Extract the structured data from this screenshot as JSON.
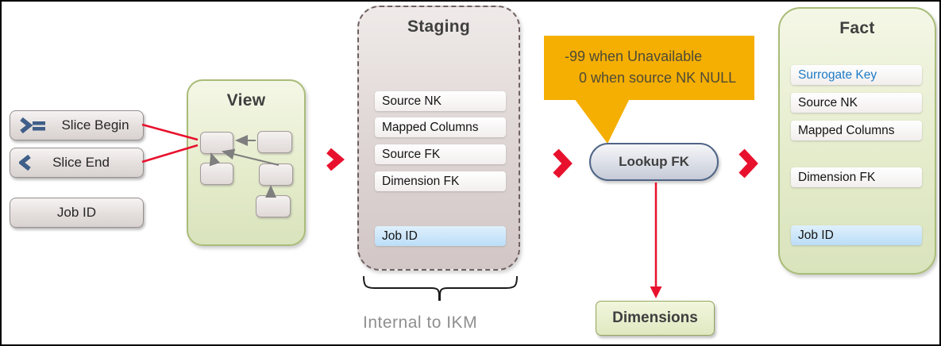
{
  "colors": {
    "accent_red": "#E8112D",
    "callout_orange": "#F5AF02",
    "surrogate_key_blue": "#1E7BC6",
    "icon_slate_blue": "#3F5E88",
    "green_panel_border": "#A9BC78",
    "staging_fill": "#DDD4D3"
  },
  "source_group": {
    "items": [
      {
        "label": "Slice Begin",
        "icon": "slice-begin-icon"
      },
      {
        "label": "Slice End",
        "icon": "slice-end-icon"
      },
      {
        "label": "Job ID",
        "icon": "none"
      }
    ]
  },
  "view_panel": {
    "title": "View"
  },
  "staging_panel": {
    "title": "Staging",
    "rows": [
      {
        "label": "Source NK",
        "highlight": false
      },
      {
        "label": "Mapped Columns",
        "highlight": false
      },
      {
        "label": "Source FK",
        "highlight": false
      },
      {
        "label": "Dimension FK",
        "highlight": false
      },
      {
        "label": "Job ID",
        "highlight": true
      }
    ],
    "brace_label": "Internal to IKM"
  },
  "callout": {
    "line1": "-99 when Unavailable",
    "line2": "0 when source NK NULL"
  },
  "lookup_step": {
    "label": "Lookup FK"
  },
  "dimensions_box": {
    "label": "Dimensions"
  },
  "fact_panel": {
    "title": "Fact",
    "rows": [
      {
        "label": "Surrogate Key",
        "emphasis": "blue-text"
      },
      {
        "label": "Source NK",
        "emphasis": "none"
      },
      {
        "label": "Mapped Columns",
        "emphasis": "none"
      },
      {
        "label": "Dimension FK",
        "emphasis": "none"
      },
      {
        "label": "Job ID",
        "emphasis": "highlight"
      }
    ]
  }
}
